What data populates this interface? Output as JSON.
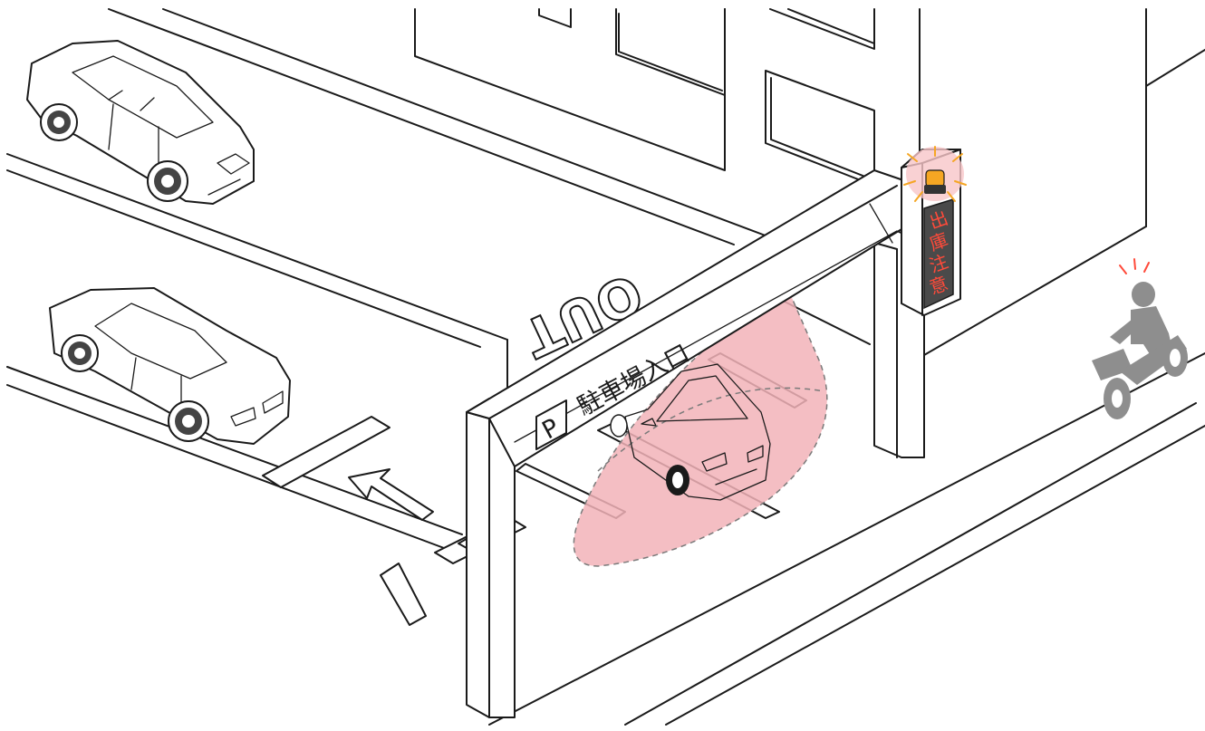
{
  "entrance_sign": {
    "parking_symbol": "P",
    "label": "駐車場入口"
  },
  "road_marking": {
    "text": "OUT"
  },
  "led_display": {
    "text": [
      "出",
      "庫",
      "注",
      "意"
    ],
    "text_color": "#ff4a3a",
    "panel_color": "#4a4a4a"
  },
  "warning_lamp": {
    "color": "#f5a623",
    "glow_color": "#f7c6c8"
  },
  "sensor_zone": {
    "color": "#f2b3b8"
  },
  "motorcycle": {
    "color": "#8e8e8e"
  }
}
